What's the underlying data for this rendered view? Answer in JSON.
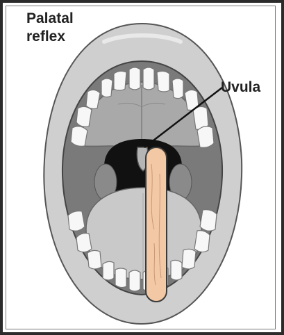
{
  "title_lines": [
    "Palatal",
    "reflex"
  ],
  "labels": {
    "uvula": "Uvula"
  },
  "colors": {
    "lips": "#cfcfcf",
    "oral_cavity": "#7a7a7a",
    "palate": "#a9a9a9",
    "throat": "#111111",
    "tongue": "#c9c9c9",
    "teeth": "#f7f7f7",
    "tongue_depressor": "#f2c8a5"
  }
}
